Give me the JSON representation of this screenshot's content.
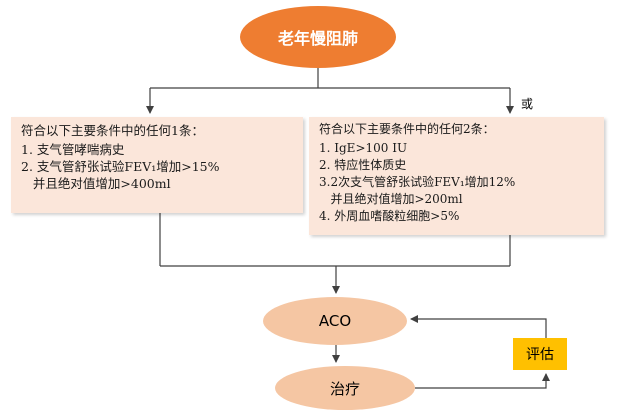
{
  "root": "老年慢阻肺",
  "or_label": "或",
  "left_criteria": {
    "title": "符合以下主要条件中的任何1条：",
    "items": [
      "1. 支气管哮喘病史",
      "2. 支气管舒张试验FEV₁增加>15%",
      "   并且绝对值增加>400ml"
    ]
  },
  "right_criteria": {
    "title": "符合以下主要条件中的任何2条：",
    "items": [
      "1. IgE>100 IU",
      "2. 特应性体质史",
      "3.2次支气管舒张试验FEV₁增加12%",
      "   并且绝对值增加>200ml",
      "4. 外周血嗜酸粒细胞>5%"
    ]
  },
  "aco": "ACO",
  "treatment": "治疗",
  "evaluate": "评估",
  "colors": {
    "root_fill": "#ee7d31",
    "ellipse_fill": "#f5c6a3",
    "criteria_fill": "#fbe6da",
    "evaluate_fill": "#ffc000",
    "line": "#404040"
  }
}
